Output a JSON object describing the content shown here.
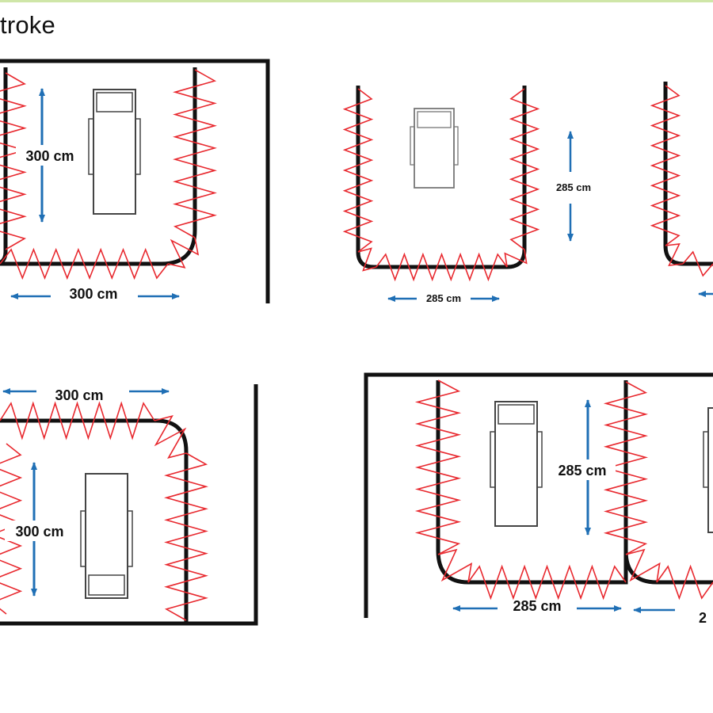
{
  "header": {
    "title": "troke"
  },
  "colors": {
    "wall": "#111111",
    "coil": "#e8282e",
    "arrow": "#1f6fb5",
    "bed": "#444444",
    "header_bar": "#cfe6a8"
  },
  "layouts": [
    {
      "id": "top-left",
      "width_label": "300 cm",
      "height_label": "300 cm"
    },
    {
      "id": "top-middle",
      "height_label": "285 cm",
      "width_label": "285 cm"
    },
    {
      "id": "top-right"
    },
    {
      "id": "bottom-left",
      "width_label": "300 cm",
      "height_label": "300 cm"
    },
    {
      "id": "bottom-right",
      "height_label": "285 cm",
      "width_label": "285 cm",
      "partial_label": "2"
    }
  ]
}
